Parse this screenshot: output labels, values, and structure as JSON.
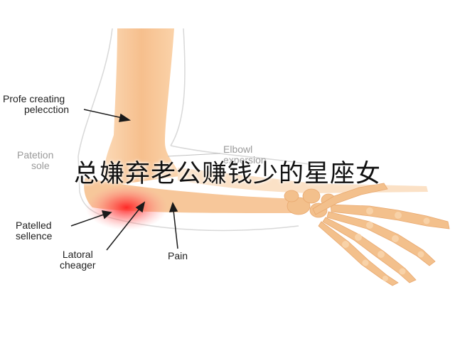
{
  "overlay_title": "总嫌弃老公赚钱少的星座女",
  "labels": {
    "profe_creating": [
      "Profe creating",
      "pelecction"
    ],
    "patetion": [
      "Patetion",
      "sole"
    ],
    "elbowl": [
      "Elbowl",
      "expersion"
    ],
    "patelled": [
      "Patelled",
      "sellence"
    ],
    "lateral": [
      "Latoral",
      "cheager"
    ],
    "pain": "Pain"
  },
  "colors": {
    "skin": "#f7c79a",
    "bone": "#f3c08c",
    "pain_red": "#ff2b2b",
    "outline": "#c9c9c9"
  }
}
